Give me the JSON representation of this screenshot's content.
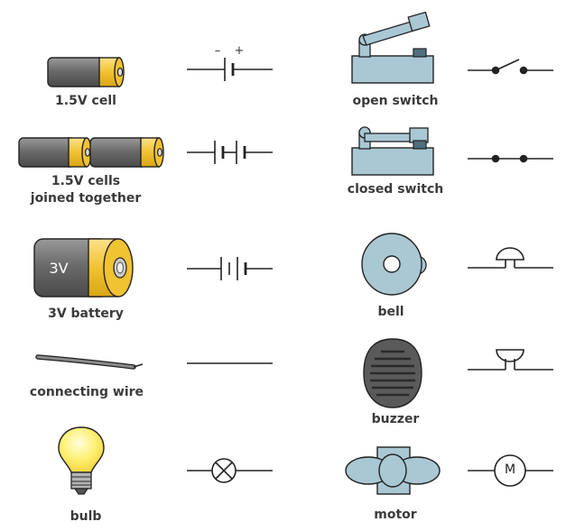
{
  "left_column": [
    {
      "label": "1.5V cell",
      "icon": "aa-battery-icon",
      "symbol": "cell-symbol"
    },
    {
      "label_lines": [
        "1.5V cells",
        "joined together"
      ],
      "icon": "two-aa-batteries-icon",
      "symbol": "two-cells-symbol"
    },
    {
      "label": "3V battery",
      "battery_text": "3V",
      "icon": "3v-battery-icon",
      "symbol": "battery-symbol"
    },
    {
      "label": "connecting wire",
      "icon": "wire-icon",
      "symbol": "wire-symbol"
    },
    {
      "label": "bulb",
      "icon": "bulb-icon",
      "symbol": "lamp-symbol"
    }
  ],
  "right_column": [
    {
      "label": "open switch",
      "icon": "open-switch-icon",
      "symbol": "open-switch-symbol"
    },
    {
      "label": "closed switch",
      "icon": "closed-switch-icon",
      "symbol": "closed-switch-symbol"
    },
    {
      "label": "bell",
      "icon": "bell-icon",
      "symbol": "bell-symbol"
    },
    {
      "label": "buzzer",
      "icon": "buzzer-icon",
      "symbol": "buzzer-symbol"
    },
    {
      "label": "motor",
      "symbol_text": "M",
      "icon": "motor-icon",
      "symbol": "motor-symbol"
    }
  ],
  "cell_symbol": {
    "minus": "–",
    "plus": "+"
  },
  "colors": {
    "battery_gold": "#f1c232",
    "battery_grey": "#6b6b6b",
    "device_blue": "#a9c8d4",
    "outline": "#222222",
    "bulb_yellow": "#fff176",
    "text": "#3a3a3a"
  }
}
